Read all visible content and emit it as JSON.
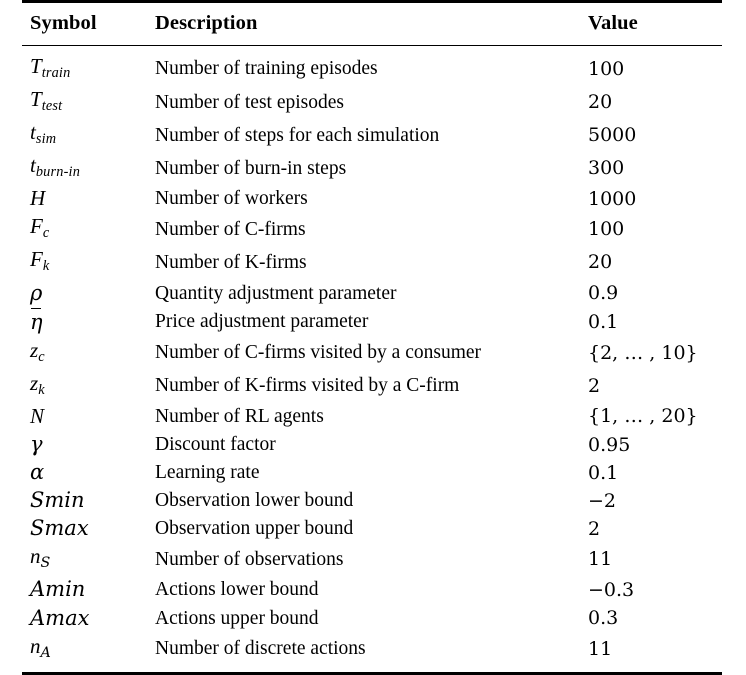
{
  "table": {
    "headers": {
      "symbol": "Symbol",
      "description": "Description",
      "value": "Value"
    },
    "rows": [
      {
        "symbol_base": "T",
        "symbol_sub": "train",
        "symbol_text": "T_train",
        "description": "Number of training episodes",
        "value": "100"
      },
      {
        "symbol_base": "T",
        "symbol_sub": "test",
        "symbol_text": "T_test",
        "description": "Number of test episodes",
        "value": "20"
      },
      {
        "symbol_base": "t",
        "symbol_sub": "sim",
        "symbol_text": "t_sim",
        "description": "Number of steps for each simulation",
        "value": "5000"
      },
      {
        "symbol_base": "t",
        "symbol_sub": "burn-in",
        "symbol_text": "t_burn-in",
        "description": "Number of burn-in steps",
        "value": "300"
      },
      {
        "symbol_base": "H",
        "symbol_sub": "",
        "symbol_text": "H",
        "description": "Number of workers",
        "value": "1000"
      },
      {
        "symbol_base": "F",
        "symbol_sub": "c",
        "symbol_text": "F_c",
        "description": "Number of C-firms",
        "value": "100"
      },
      {
        "symbol_base": "F",
        "symbol_sub": "k",
        "symbol_text": "F_k",
        "description": "Number of K-firms",
        "value": "20"
      },
      {
        "symbol_base": "ρ",
        "symbol_sub": "",
        "symbol_text": "ρ",
        "description": "Quantity adjustment parameter",
        "value": "0.9"
      },
      {
        "symbol_base": "η",
        "symbol_sub": "",
        "symbol_text": "η̄",
        "description": "Price adjustment parameter",
        "value": "0.1"
      },
      {
        "symbol_base": "z",
        "symbol_sub": "c",
        "symbol_text": "z_c",
        "description": "Number of C-firms visited by a consumer",
        "value": "{2, … , 10}"
      },
      {
        "symbol_base": "z",
        "symbol_sub": "k",
        "symbol_text": "z_k",
        "description": "Number of K-firms visited by a C-firm",
        "value": "2"
      },
      {
        "symbol_base": "N",
        "symbol_sub": "",
        "symbol_text": "N",
        "description": "Number of RL agents",
        "value": "{1, … , 20}"
      },
      {
        "symbol_base": "γ",
        "symbol_sub": "",
        "symbol_text": "γ",
        "description": "Discount factor",
        "value": "0.95"
      },
      {
        "symbol_base": "α",
        "symbol_sub": "",
        "symbol_text": "α",
        "description": "Learning rate",
        "value": "0.1"
      },
      {
        "symbol_base": "𝑆",
        "symbol_sub": "min",
        "symbol_text": "S_min",
        "description": "Observation lower bound",
        "value": "−2"
      },
      {
        "symbol_base": "𝑆",
        "symbol_sub": "max",
        "symbol_text": "S_max",
        "description": "Observation upper bound",
        "value": "2"
      },
      {
        "symbol_base": "n",
        "symbol_sub": "𝑆",
        "symbol_text": "n_S",
        "description": "Number of observations",
        "value": "11"
      },
      {
        "symbol_base": "𝐴",
        "symbol_sub": "min",
        "symbol_text": "A_min",
        "description": "Actions lower bound",
        "value": "−0.3"
      },
      {
        "symbol_base": "𝐴",
        "symbol_sub": "max",
        "symbol_text": "A_max",
        "description": "Actions upper bound",
        "value": "0.3"
      },
      {
        "symbol_base": "n",
        "symbol_sub": "𝐴",
        "symbol_text": "n_A",
        "description": "Number of discrete actions",
        "value": "11"
      }
    ]
  }
}
